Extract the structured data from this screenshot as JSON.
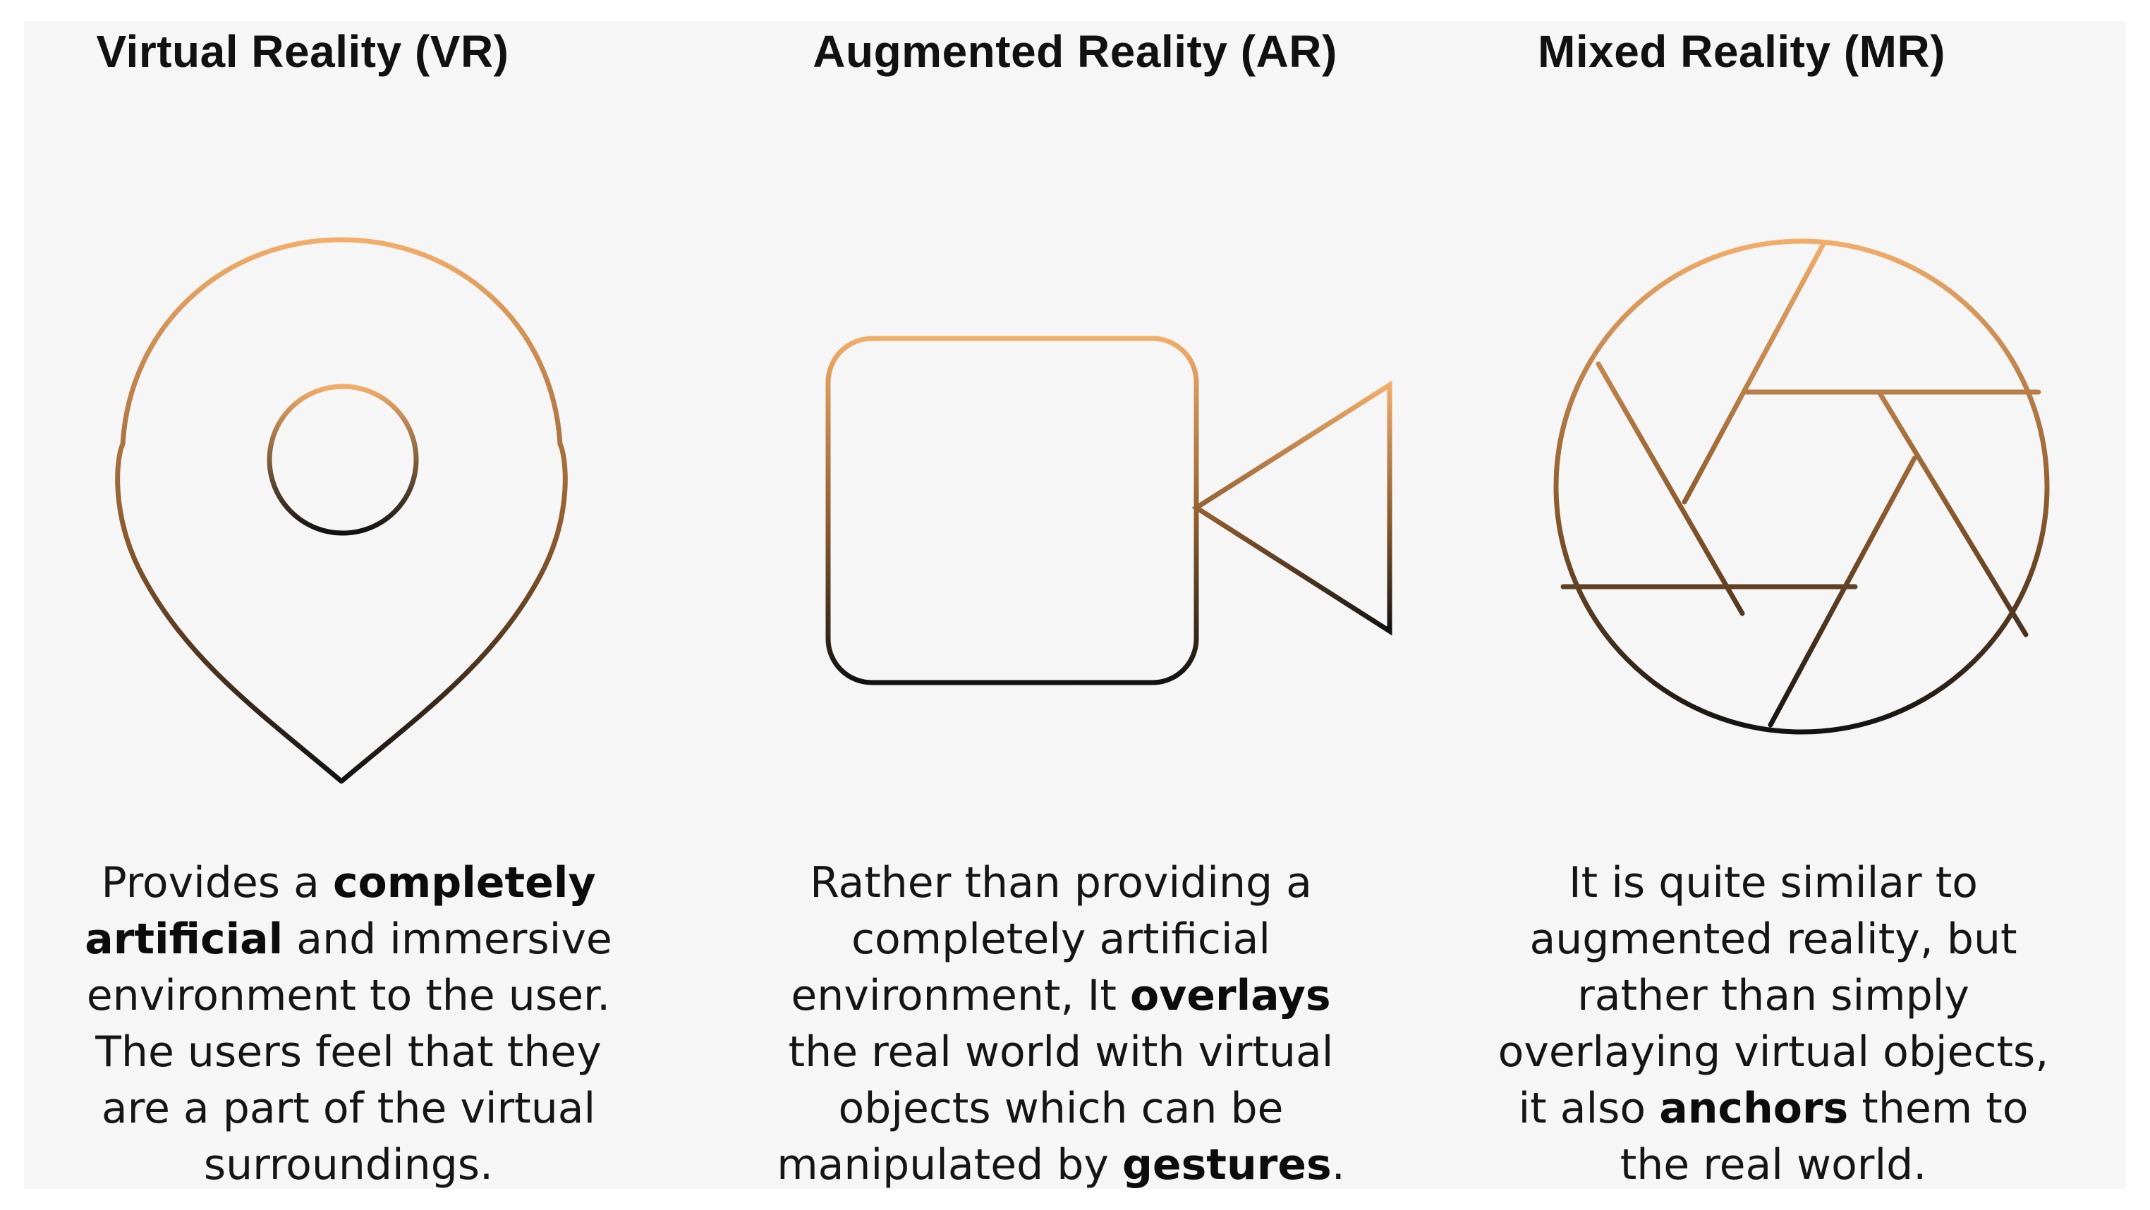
{
  "columns": [
    {
      "title": "Virtual Reality (VR)",
      "icon": "map-pin-icon",
      "description": [
        [
          {
            "t": "Provides a "
          },
          {
            "t": "completely",
            "b": true
          }
        ],
        [
          {
            "t": "artificial",
            "b": true
          },
          {
            "t": " and immersive"
          }
        ],
        [
          {
            "t": "environment to the user."
          }
        ],
        [
          {
            "t": "The users feel that they"
          }
        ],
        [
          {
            "t": "are a part of the virtual"
          }
        ],
        [
          {
            "t": "surroundings."
          }
        ]
      ]
    },
    {
      "title": "Augmented Reality (AR)",
      "icon": "video-camera-icon",
      "description": [
        [
          {
            "t": "Rather than providing a"
          }
        ],
        [
          {
            "t": "completely artificial"
          }
        ],
        [
          {
            "t": "environment, It "
          },
          {
            "t": "overlays",
            "b": true
          }
        ],
        [
          {
            "t": "the real world with virtual"
          }
        ],
        [
          {
            "t": "objects which can be"
          }
        ],
        [
          {
            "t": "manipulated by "
          },
          {
            "t": "gestures",
            "b": true
          },
          {
            "t": "."
          }
        ]
      ]
    },
    {
      "title": "Mixed Reality (MR)",
      "icon": "camera-aperture-icon",
      "description": [
        [
          {
            "t": "It is quite similar to"
          }
        ],
        [
          {
            "t": "augmented reality, but"
          }
        ],
        [
          {
            "t": "rather than simply"
          }
        ],
        [
          {
            "t": "overlaying virtual objects,"
          }
        ],
        [
          {
            "t": "it also "
          },
          {
            "t": "anchors",
            "b": true
          },
          {
            "t": " them to"
          }
        ],
        [
          {
            "t": "the real world."
          }
        ]
      ]
    }
  ],
  "colors": {
    "gradient_top": "#f2ad6a",
    "gradient_bottom": "#111111",
    "background": "#f6f6f6"
  }
}
